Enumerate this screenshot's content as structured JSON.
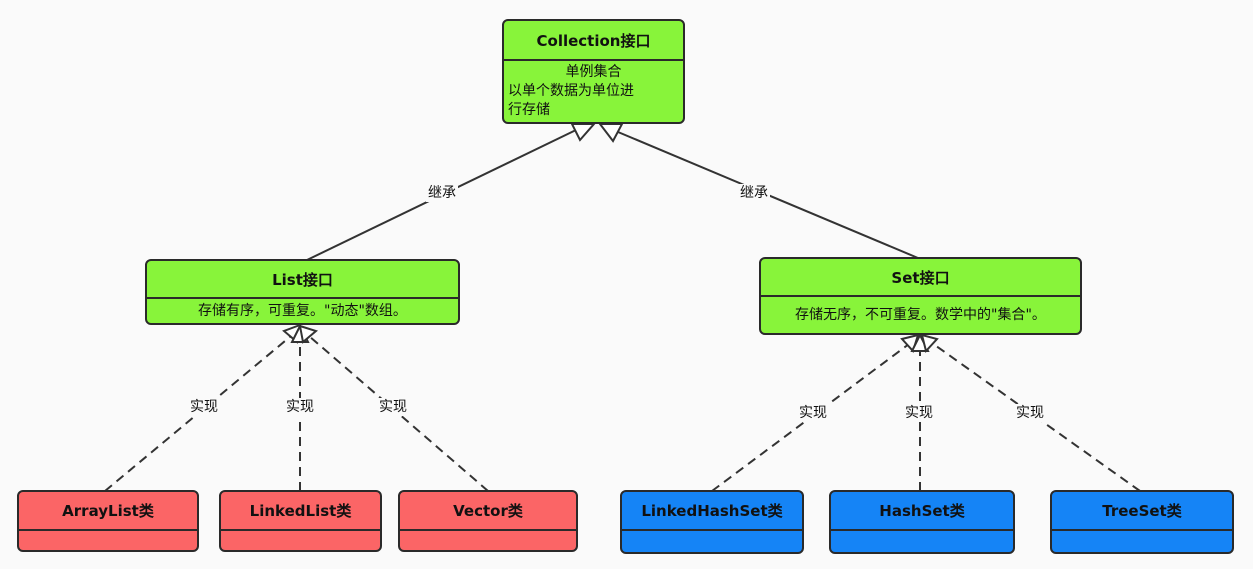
{
  "interfaces": {
    "collection": {
      "title": "Collection接口",
      "desc_lines": [
        "单例集合",
        "以单个数据为单位进",
        "行存储"
      ]
    },
    "list": {
      "title": "List接口",
      "desc": "存储有序，可重复。\"动态\"数组。"
    },
    "set": {
      "title": "Set接口",
      "desc": "存储无序，不可重复。数学中的\"集合\"。"
    }
  },
  "classes": {
    "arraylist": "ArrayList类",
    "linkedlist": "LinkedList类",
    "vector": "Vector类",
    "linkedhashset": "LinkedHashSet类",
    "hashset": "HashSet类",
    "treeset": "TreeSet类"
  },
  "edges": {
    "inherit_label": "继承",
    "implement_label": "实现"
  },
  "colors": {
    "interface": "#88f43a",
    "list_impl": "#fb6566",
    "set_impl": "#1584f6",
    "border": "#2a2a2a"
  }
}
